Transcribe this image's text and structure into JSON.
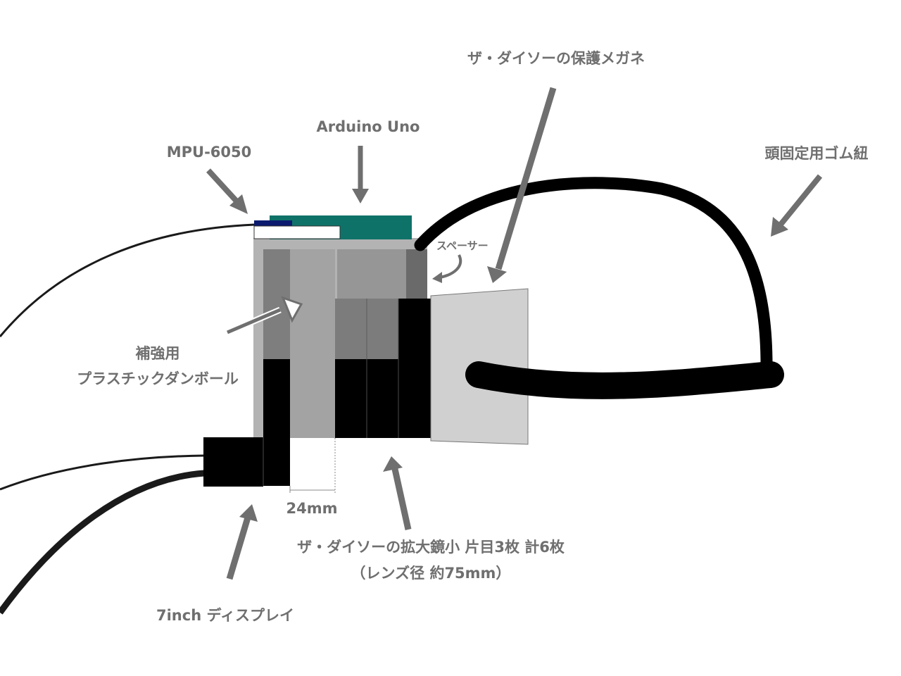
{
  "labels": {
    "mpu": "MPU-6050",
    "arduino": "Arduino Uno",
    "goggles": "ザ・ダイソーの保護メガネ",
    "strap": "頭固定用ゴム紐",
    "spacer": "スペーサー",
    "reinforce_line1": "補強用",
    "reinforce_line2": "プラスチックダンボール",
    "gap": "24mm",
    "lens_line1": "ザ・ダイソーの拡大鏡小 片目3枚 計6枚",
    "lens_line2": "（レンズ径 約75mm）",
    "display": "7inch ディスプレイ"
  },
  "colors": {
    "arrow": "#6f6f6f",
    "arduino_board": "#0f7268",
    "mpu_board": "#0b1a6e",
    "housing": "#b3b3b3",
    "lens_stack": "#000000",
    "goggles": "#d0d0d0",
    "strap": "#000000"
  }
}
